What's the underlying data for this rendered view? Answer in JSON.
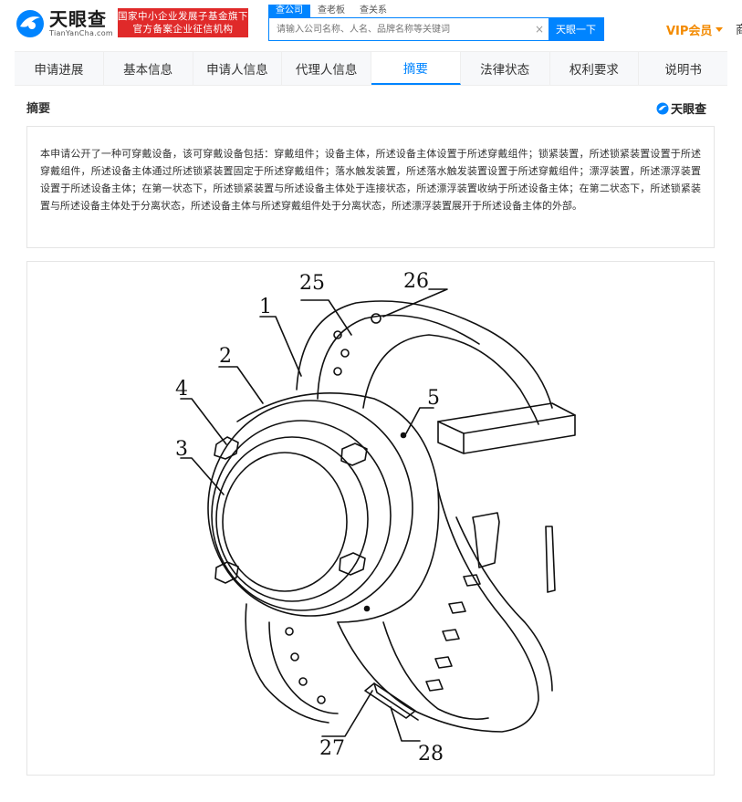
{
  "header": {
    "logo_name": "天眼查",
    "logo_sub": "TianYanCha.com",
    "badge_line1": "国家中小企业发展子基金旗下",
    "badge_line2": "官方备案企业征信机构",
    "search_tabs": [
      "查公司",
      "查老板",
      "查关系"
    ],
    "search_placeholder": "请输入公司名称、人名、品牌名称等关键词",
    "search_clear": "×",
    "search_button": "天眼一下",
    "vip_label": "VIP会员",
    "edge_char": "商"
  },
  "tabs": [
    "申请进展",
    "基本信息",
    "申请人信息",
    "代理人信息",
    "摘要",
    "法律状态",
    "权利要求",
    "说明书"
  ],
  "active_tab": 4,
  "section": {
    "title": "摘要",
    "brand": "天眼查"
  },
  "abstract_text": "本申请公开了一种可穿戴设备，该可穿戴设备包括：穿戴组件；设备主体，所述设备主体设置于所述穿戴组件；锁紧装置，所述锁紧装置设置于所述穿戴组件，所述设备主体通过所述锁紧装置固定于所述穿戴组件；落水触发装置，所述落水触发装置设置于所述穿戴组件；漂浮装置，所述漂浮装置设置于所述设备主体；在第一状态下，所述锁紧装置与所述设备主体处于连接状态，所述漂浮装置收纳于所述设备主体；在第二状态下，所述锁紧装置与所述设备主体处于分离状态，所述设备主体与所述穿戴组件处于分离状态，所述漂浮装置展开于所述设备主体的外部。",
  "figure": {
    "labels": [
      "25",
      "26",
      "1",
      "2",
      "4",
      "3",
      "5",
      "27",
      "28"
    ]
  },
  "colors": {
    "accent": "#0084ff",
    "badge": "#e02a2a",
    "vip": "#f38a00"
  }
}
